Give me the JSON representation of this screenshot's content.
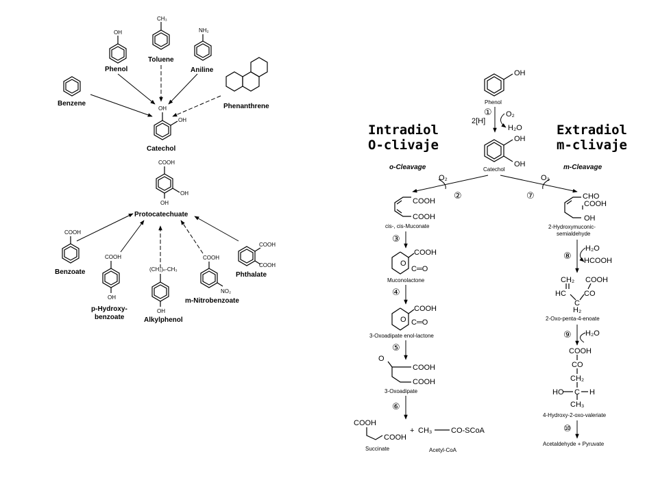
{
  "left_panel": {
    "phenol": "Phenol",
    "phenol_oh": "OH",
    "toluene": "Toluene",
    "toluene_ch3": "CH₃",
    "aniline": "Aniline",
    "aniline_nh2": "NH₂",
    "benzene": "Benzene",
    "phenanthrene": "Phenanthrene",
    "catechol": "Catechol",
    "catechol_oh1": "OH",
    "catechol_oh2": "OH",
    "protocatechuate": "Protocatechuate",
    "pc_cooh": "COOH",
    "pc_oh1": "OH",
    "pc_oh2": "OH",
    "benzoate": "Benzoate",
    "benzoate_cooh": "COOH",
    "phb_line1": "p-Hydroxy-",
    "phb_line2": "benzoate",
    "phb_cooh": "COOH",
    "phb_oh": "OH",
    "alkylphenol": "Alkylphenol",
    "alkyl_chain": "(CH₂)ₙ-CH₃",
    "alkyl_oh": "OH",
    "mnitro": "m-Nitrobenzoate",
    "mnitro_cooh": "COOH",
    "mnitro_no2": "NO₂",
    "phthalate": "Phthalate",
    "phth_cooh1": "COOH",
    "phth_cooh2": "COOH"
  },
  "headings": {
    "intradiol_1": "Intradiol",
    "intradiol_2": "O-clivaje",
    "extradiol_1": "Extradiol",
    "extradiol_2": "m-clivaje"
  },
  "right_panel": {
    "phenol": "Phenol",
    "phenol_oh": "OH",
    "step1": "①",
    "o2_top": "O₂",
    "h2_top": "2[H]",
    "h2o_top": "H₂O",
    "catechol": "Catechol",
    "cat_oh1": "OH",
    "cat_oh2": "OH",
    "o_cleavage": "o-Cleavage",
    "m_cleavage": "m-Cleavage",
    "o2_left": "O₂",
    "o2_right": "O₂",
    "step2": "②",
    "step7": "⑦",
    "muconate": "cis-, cis-Muconate",
    "muc_cooh1": "COOH",
    "muc_cooh2": "COOH",
    "step3": "③",
    "muconolactone": "Muconolactone",
    "ml_cooh": "COOH",
    "ml_o": "O",
    "ml_co": "C═O",
    "step4": "④",
    "oxo_enol": "3-Oxoadipate enol-lactone",
    "oe_cooh": "COOH",
    "oe_o": "O",
    "oe_co": "C═O",
    "step5": "⑤",
    "oxoadipate": "3-Oxoadipate",
    "oa_o": "O",
    "oa_cooh1": "COOH",
    "oa_cooh2": "COOH",
    "step6": "⑥",
    "succinate": "Succinate",
    "succ_cooh1": "COOH",
    "succ_cooh2": "COOH",
    "plus": "+",
    "acetyl_formula_ch3": "CH₃",
    "acetyl_formula_rest": "CO-SCoA",
    "acetyl": "Acetyl-CoA",
    "hms_line1": "2-Hydroxymuconic-",
    "hms_line2": "semialdehyde",
    "hms_cho": "CHO",
    "hms_cooh": "COOH",
    "hms_oh": "OH",
    "step8": "⑧",
    "h2o_8": "H₂O",
    "hcooh": "HCOOH",
    "ope_ch2": "CH₂",
    "ope_cooh": "COOH",
    "ope_hc": "HC",
    "ope_c": "C",
    "ope_co": "CO",
    "ope_h2": "H₂",
    "ope": "2-Oxo-penta-4-enoate",
    "step9": "⑨",
    "h2o_9": "H₂O",
    "hov_cooh": "COOH",
    "hov_co": "CO",
    "hov_ch2": "CH₂",
    "hov_ho": "HO",
    "hov_c": "C",
    "hov_h": "H",
    "hov_ch3": "CH₃",
    "hov": "4-Hydroxy-2-oxo-valeriate",
    "step10": "⑩",
    "final": "Acetaldehyde + Pyruvate"
  }
}
